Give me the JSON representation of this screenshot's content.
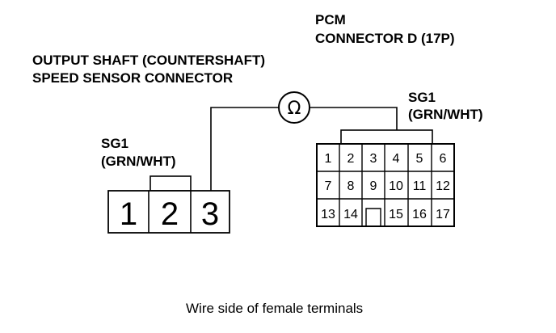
{
  "pcm": {
    "title_line1": "PCM",
    "title_line2": "CONNECTOR D (17P)",
    "sg_label": "SG1",
    "wire_label": "(GRN/WHT)",
    "terminals_row1": [
      "1",
      "2",
      "3",
      "4",
      "5",
      "6"
    ],
    "terminals_row2": [
      "7",
      "8",
      "9",
      "10",
      "11",
      "12"
    ],
    "terminals_row3_left": [
      "13",
      "14"
    ],
    "terminals_row3_right": [
      "15",
      "16",
      "17"
    ]
  },
  "sensor": {
    "title_line1": "OUTPUT SHAFT (COUNTERSHAFT)",
    "title_line2": "SPEED SENSOR CONNECTOR",
    "sg_label": "SG1",
    "wire_label": "(GRN/WHT)",
    "terminals": [
      "1",
      "2",
      "3"
    ]
  },
  "meter": {
    "symbol": "Ω",
    "icon": "ohmmeter-icon"
  },
  "caption": "Wire side of female terminals"
}
